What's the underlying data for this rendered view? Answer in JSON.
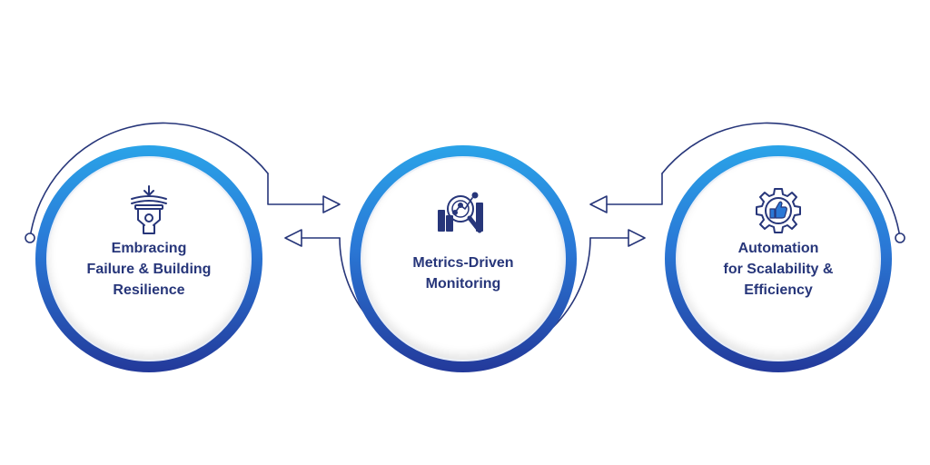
{
  "colors": {
    "navy": "#27367a",
    "blue_top": "#2aa3e8",
    "blue_bottom": "#23399a"
  },
  "nodes": [
    {
      "icon": "pressure-resilience-icon",
      "lines": [
        "Embracing",
        "Failure & Building",
        "Resilience"
      ]
    },
    {
      "icon": "chart-magnifier-icon",
      "lines": [
        "Metrics-Driven",
        "Monitoring"
      ]
    },
    {
      "icon": "gear-thumbs-up-icon",
      "lines": [
        "Automation",
        "for Scalability &",
        "Efficiency"
      ]
    }
  ]
}
